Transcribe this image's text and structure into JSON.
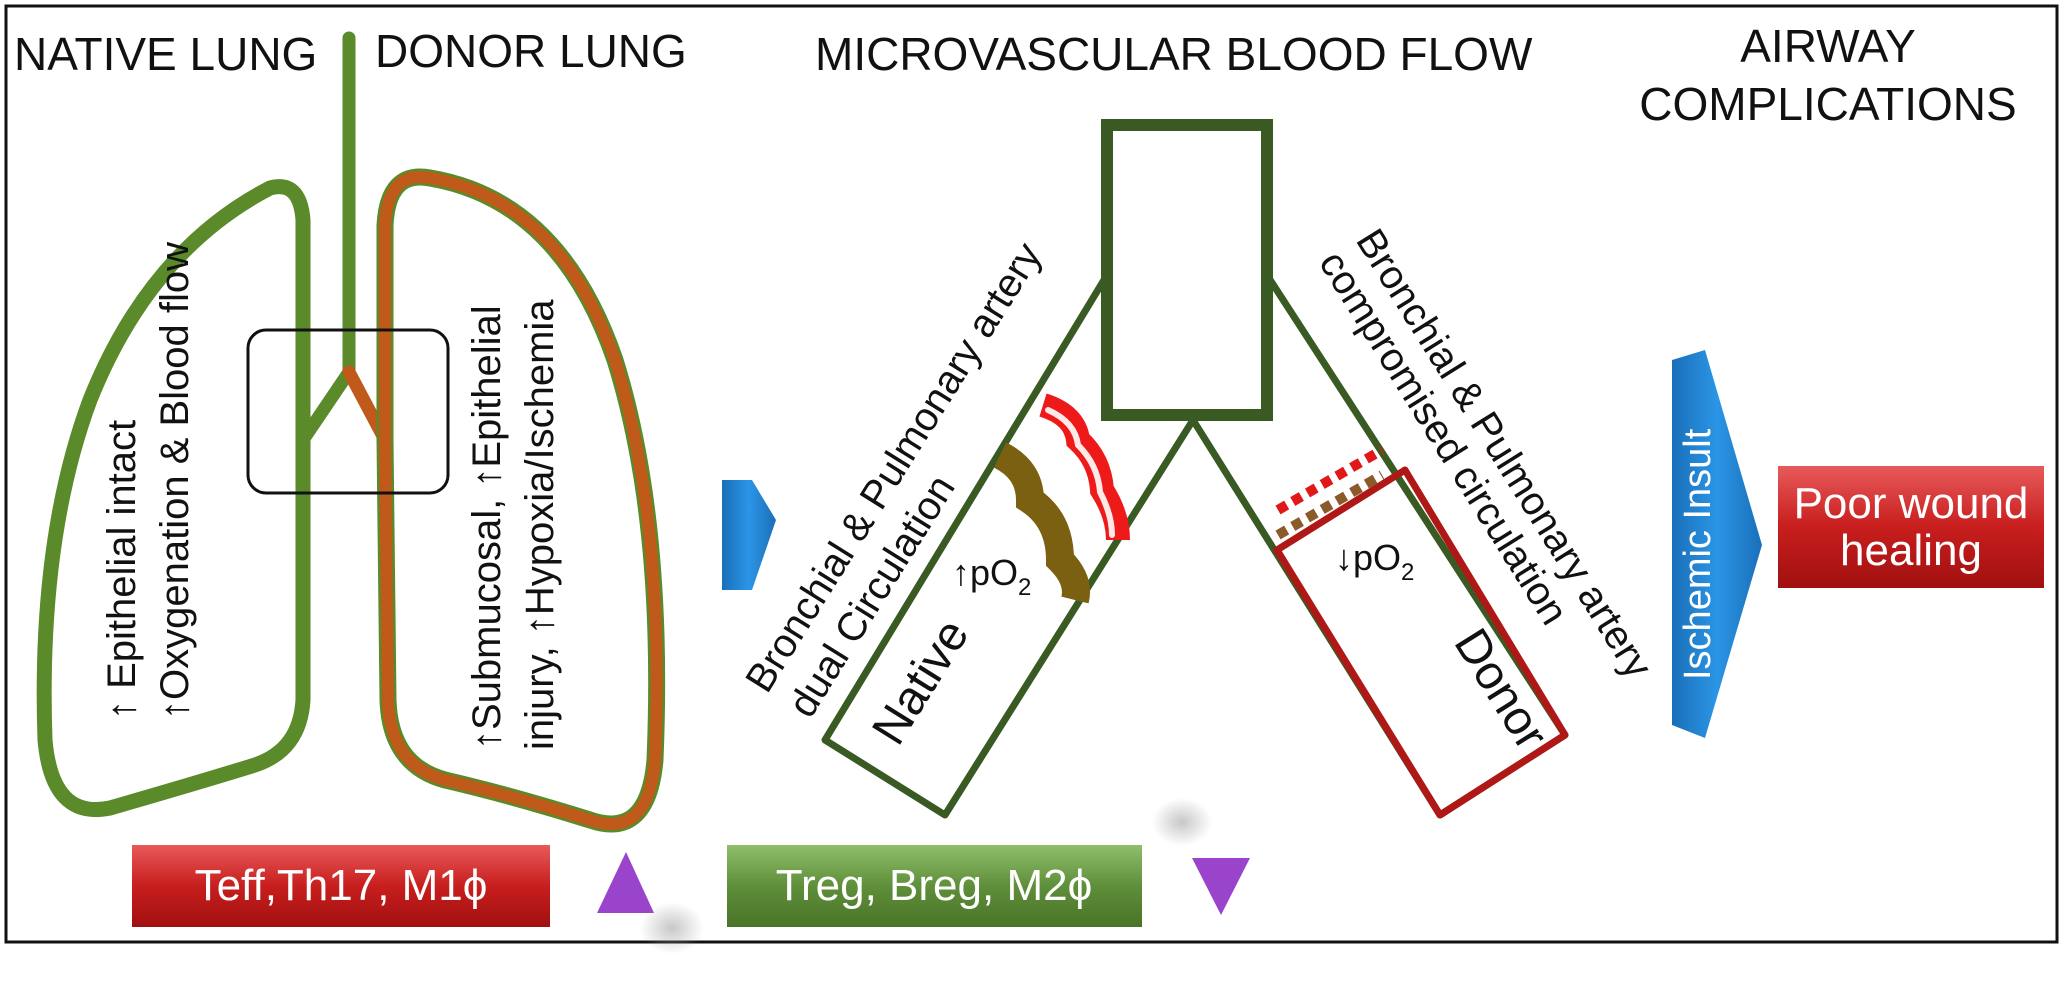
{
  "headings": {
    "native_lung": "NATIVE LUNG",
    "donor_lung": "DONOR LUNG",
    "microvascular": "MICROVASCULAR BLOOD FLOW",
    "airway_line1": "AIRWAY",
    "airway_line2": "COMPLICATIONS"
  },
  "native_lung": {
    "line1": "↑ Epithelial intact",
    "line2": "↑Oxygenation & Blood flow"
  },
  "donor_lung": {
    "line1": "↑Submucosal, ↑Epithelial",
    "line2": "injury, ↑Hypoxia/Ischemia"
  },
  "native_airway": {
    "circ_line1": "Bronchial & Pulmonary artery",
    "circ_line2": "dual Circulation",
    "po2_native": "↑pO",
    "po2_sub": "2",
    "label": "Native"
  },
  "donor_airway": {
    "circ_line1": "Bronchial & Pulmonary artery",
    "circ_line2": "compromised circulation",
    "po2_donor": "↓pO",
    "po2_sub": "2",
    "label": "Donor"
  },
  "ischemic_insult": "Ischemic Insult",
  "outcome": {
    "line1": "Poor wound",
    "line2": "healing"
  },
  "cell_boxes": {
    "proinflammatory": "Teff,Th17, M1ϕ",
    "regulatory": "Treg, Breg, M2ϕ"
  },
  "colors": {
    "native_green": "#5a8a2a",
    "donor_orange": "#c05a1a",
    "dark_green": "#3a5a24",
    "red_box": "#c81e1e",
    "green_box": "#5f8f3a",
    "blue_arrow": "#1f86d6",
    "purple": "#9a44cc",
    "donor_red_border": "#b01818"
  }
}
